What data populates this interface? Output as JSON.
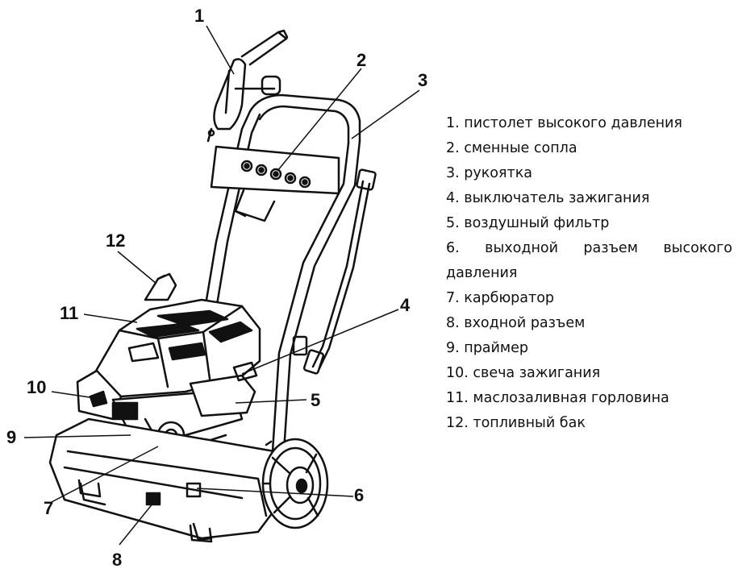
{
  "callouts": {
    "c1": "1",
    "c2": "2",
    "c3": "3",
    "c4": "4",
    "c5": "5",
    "c6": "6",
    "c7": "7",
    "c8": "8",
    "c9": "9",
    "c10": "10",
    "c11": "11",
    "c12": "12"
  },
  "legend": {
    "item1": "1. пистолет высокого давления",
    "item2": "2. сменные сопла",
    "item3": "3. рукоятка",
    "item4": "4. выключатель зажигания",
    "item5": "5. воздушный фильтр",
    "item6_line1": "6. выходной разъем высокого",
    "item6_line2": "давления",
    "item7": "7. карбюратор",
    "item8": "8. входной разъем",
    "item9": "9. праймер",
    "item10": "10. свеча зажигания",
    "item11": "11. маслозаливная горловина",
    "item12": "12. топливный бак"
  },
  "colors": {
    "ink": "#111111",
    "paper": "#ffffff"
  }
}
